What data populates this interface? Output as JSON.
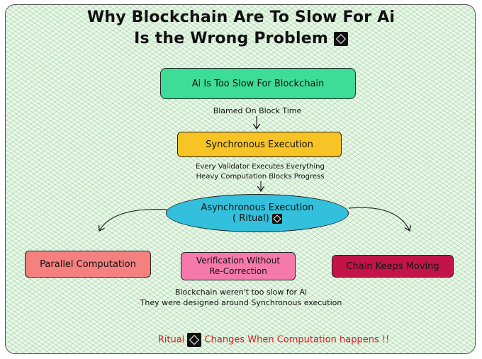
{
  "title": {
    "line1": "Why Blockchain Are To Slow For Ai",
    "line2": "Is the Wrong Problem"
  },
  "nodes": {
    "ai_slow": "Ai Is Too Slow For Blockchain",
    "sync": "Synchronous Execution",
    "async_line1": "Asynchronous Execution",
    "async_line2": "( Ritual)",
    "parallel": "Parallel Computation",
    "verify_line1": "Verification Without",
    "verify_line2": "Re-Correction",
    "chain": "Chain Keeps Moving"
  },
  "edges": {
    "blamed": "Blamed On Block Time",
    "validator": "Every Validator Executes Everything",
    "heavy": "Heavy Computation Blocks Progress"
  },
  "conclusion": {
    "line1": "Blockchain weren't too slow for Ai",
    "line2": "They were designed around Synchronous execution"
  },
  "footer": {
    "brand": "Ritual",
    "text": "Changes When Computation happens !!"
  },
  "colors": {
    "ai_slow": "#3ddc97",
    "sync": "#f7c325",
    "async": "#33c0dc",
    "parallel": "#f58080",
    "verify": "#f57aab",
    "chain": "#c3144a",
    "footer": "#d62020"
  },
  "icons": [
    "ritual-logo-icon"
  ]
}
